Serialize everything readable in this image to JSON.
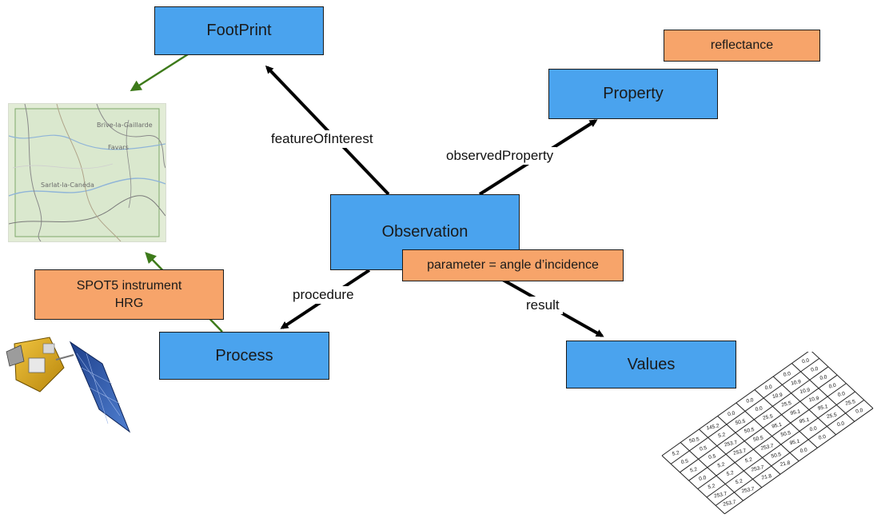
{
  "nodes": {
    "footprint": "FootPrint",
    "property": "Property",
    "reflectance": "reflectance",
    "observation": "Observation",
    "parameter": "parameter = angle d’incidence",
    "instrument": "SPOT5 instrument\nHRG",
    "process": "Process",
    "values": "Values"
  },
  "edges": {
    "feature_of_interest": "featureOfInterest",
    "observed_property": "observedProperty",
    "procedure": "procedure",
    "result": "result"
  },
  "map": {
    "places": [
      "Brive-la-Gaillarde",
      "Favars",
      "Sarlat-la-Canéda"
    ]
  },
  "result_grid": {
    "rows": [
      [
        "5.2",
        "50.5",
        "145.2",
        "0.0",
        "0.0",
        "0.0",
        "0.0",
        "0.0"
      ],
      [
        "0.5",
        "0.5",
        "5.2",
        "50.5",
        "0.0",
        "10.9",
        "10.9",
        "0.0"
      ],
      [
        "5.2",
        "0.5",
        "253.7",
        "50.5",
        "25.5",
        "25.5",
        "10.9",
        "0.0"
      ],
      [
        "0.0",
        "5.2",
        "253.7",
        "50.5",
        "95.1",
        "95.1",
        "10.9",
        "0.0"
      ],
      [
        "5.2",
        "5.2",
        "5.2",
        "253.7",
        "50.5",
        "95.1",
        "95.1",
        "0.0"
      ],
      [
        "253.7",
        "5.2",
        "253.7",
        "50.5",
        "95.1",
        "0.0",
        "25.5",
        "25.5"
      ],
      [
        "253.7",
        "253.7",
        "21.8",
        "21.8",
        "0.0",
        "0.0",
        "0.0",
        "0.0"
      ]
    ]
  },
  "colors": {
    "class_box": "#4aa3ee",
    "value_box": "#f7a46a",
    "main_arrow": "#000000",
    "illustration_arrow": "#3d7a1a"
  },
  "icons": {
    "map": "map-thumbnail",
    "satellite": "satellite-icon",
    "grid": "data-grid-icon"
  }
}
